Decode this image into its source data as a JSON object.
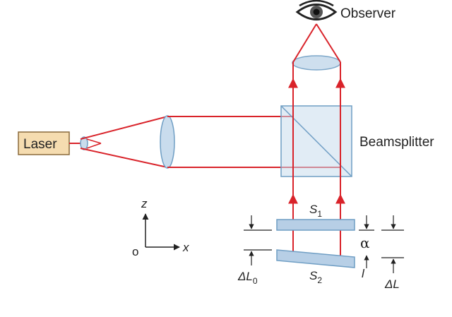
{
  "labels": {
    "observer": "Observer",
    "laser": "Laser",
    "beamsplitter": "Beamsplitter",
    "s1_main": "S",
    "s1_sub": "1",
    "s2_main": "S",
    "s2_sub": "2",
    "alpha": "α",
    "l": "l",
    "delta_l0_main": "ΔL",
    "delta_l0_sub": "0",
    "delta_l": "ΔL",
    "axis_z": "z",
    "axis_x": "x",
    "axis_origin": "o"
  },
  "colors": {
    "beam": "#d9232a",
    "optic_fill": "#c9dced",
    "optic_stroke": "#6f9ec4",
    "laser_fill": "#f5dcb0",
    "laser_stroke": "#8a6a3a",
    "ink": "#222222"
  },
  "icons": {
    "observer": "eye-icon"
  }
}
